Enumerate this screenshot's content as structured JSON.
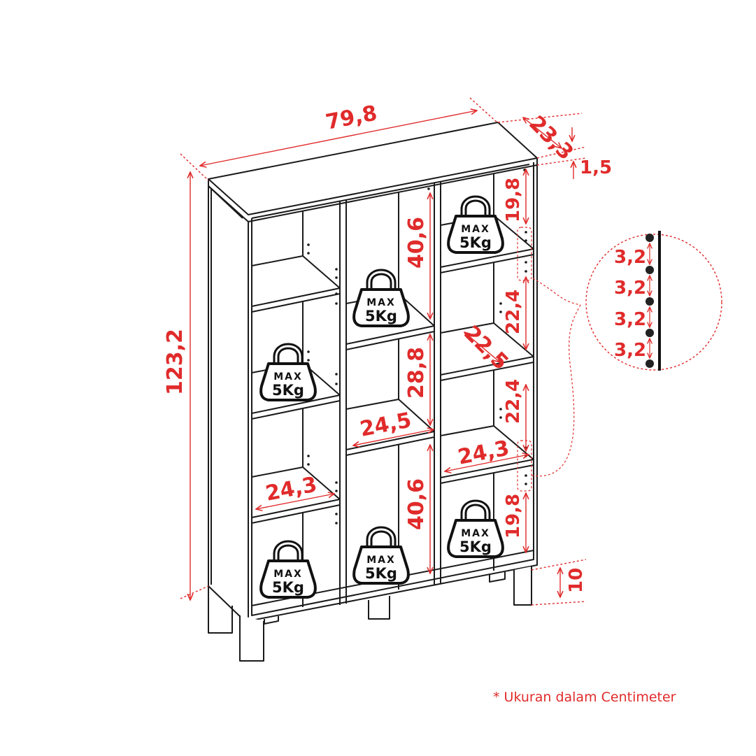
{
  "dimensions": {
    "width": "79,8",
    "depth": "23,3",
    "top_thickness": "1,5",
    "height": "123,2",
    "leg_height": "10",
    "center_top_height": "40,6",
    "center_mid_height": "28,8",
    "center_bottom_height": "40,6",
    "center_shelf_width": "24,5",
    "left_shelf_width": "24,3",
    "right_shelf_width": "24,3",
    "right_top_height": "19,8",
    "right_upper_height": "22,4",
    "right_depth": "22,5",
    "right_lower_height": "22,4",
    "right_bottom_height": "19,8"
  },
  "hole_spacing": [
    "3,2",
    "3,2",
    "3,2",
    "3,2"
  ],
  "weight_badge": {
    "line1": "MAX",
    "line2": "5Kg"
  },
  "note": "* Ukuran dalam Centimeter",
  "colors": {
    "dimension": "#e02b2b",
    "outline": "#1a1a1a"
  }
}
